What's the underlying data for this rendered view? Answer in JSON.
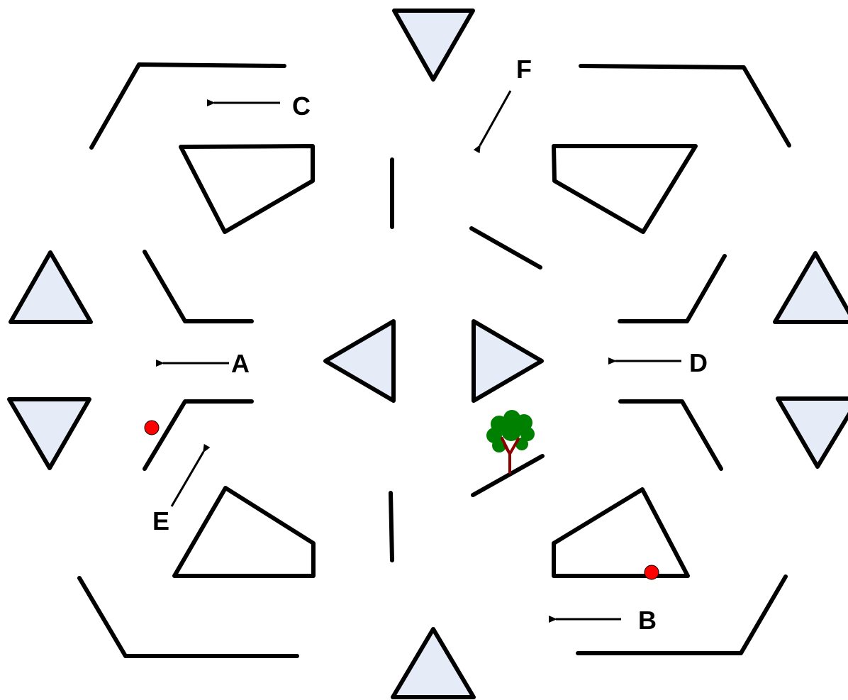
{
  "diagram": {
    "labels": {
      "a": "A",
      "b": "B",
      "c": "C",
      "d": "D",
      "e": "E",
      "f": "F"
    },
    "colors": {
      "triangle_fill": "#e5ecf7",
      "outline": "#000000",
      "marker": "#ff0000",
      "tree_foliage": "#008000",
      "tree_trunk": "#8b0000"
    },
    "icons": {
      "marker": "red-dot-icon",
      "tree": "tree-icon"
    }
  }
}
